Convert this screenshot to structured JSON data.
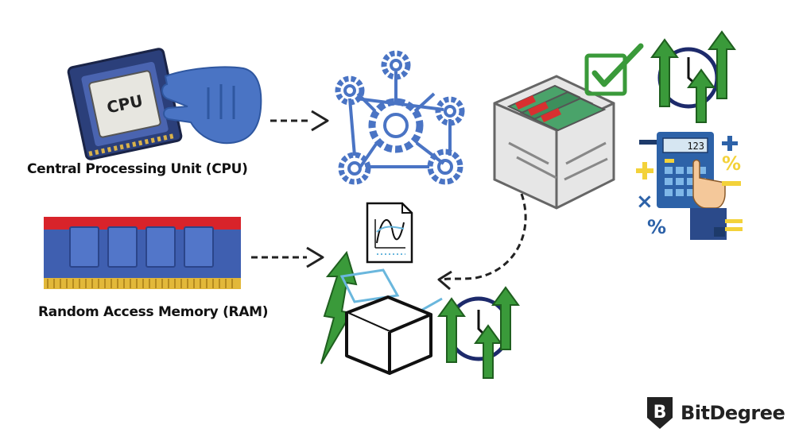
{
  "labels": {
    "cpu_caption": "Central Processing Unit (CPU)",
    "ram_caption": "Random Access Memory (RAM)",
    "cpu_chip_text": "CPU",
    "calculator_display": "123"
  },
  "brand": {
    "logo_letter": "B",
    "name": "BitDegree"
  },
  "colors": {
    "blue": "#3f6fb5",
    "green": "#3a9a3a",
    "red": "#d83030",
    "yellow": "#f3d23a",
    "light_blue": "#6ab7dd"
  }
}
